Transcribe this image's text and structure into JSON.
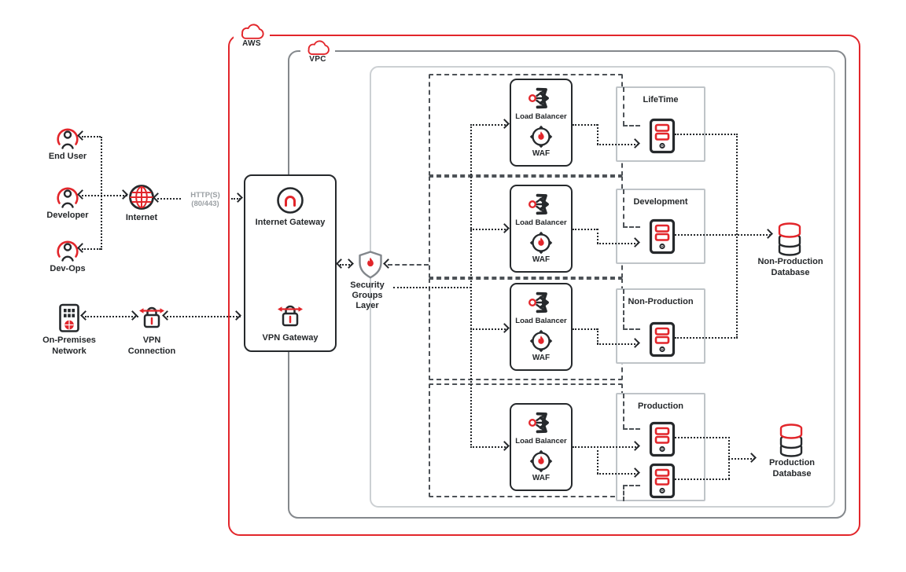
{
  "boundaries": {
    "aws_label": "AWS",
    "vpc_label": "VPC"
  },
  "actors": [
    {
      "label": "End User"
    },
    {
      "label": "Developer"
    },
    {
      "label": "Dev-Ops"
    }
  ],
  "internet": {
    "label": "Internet"
  },
  "http_annotation": {
    "line1": "HTTP(S)",
    "line2": "(80/443)"
  },
  "on_premises": {
    "line1": "On-Premises",
    "line2": "Network"
  },
  "vpn_connection": {
    "line1": "VPN",
    "line2": "Connection"
  },
  "gateway": {
    "igw": "Internet Gateway",
    "vgw": "VPN Gateway"
  },
  "security_layer": {
    "line1": "Security",
    "line2": "Groups",
    "line3": "Layer"
  },
  "tiers": [
    {
      "lb": "Load Balancer",
      "waf": "WAF",
      "env": "LifeTime"
    },
    {
      "lb": "Load Balancer",
      "waf": "WAF",
      "env": "Development"
    },
    {
      "lb": "Load Balancer",
      "waf": "WAF",
      "env": "Non-Production"
    },
    {
      "lb": "Load Balancer",
      "waf": "WAF",
      "env": "Production"
    }
  ],
  "databases": [
    {
      "line1": "Non-Production",
      "line2": "Database"
    },
    {
      "line1": "Production",
      "line2": "Database"
    }
  ],
  "colors": {
    "red": "#e2262b",
    "dark": "#26292c",
    "vpc_border": "#84888c",
    "inner_border": "#ccd0d3",
    "env_border": "#bfc4c8",
    "muted": "#9ba0a4",
    "dash": "#4d5257"
  }
}
